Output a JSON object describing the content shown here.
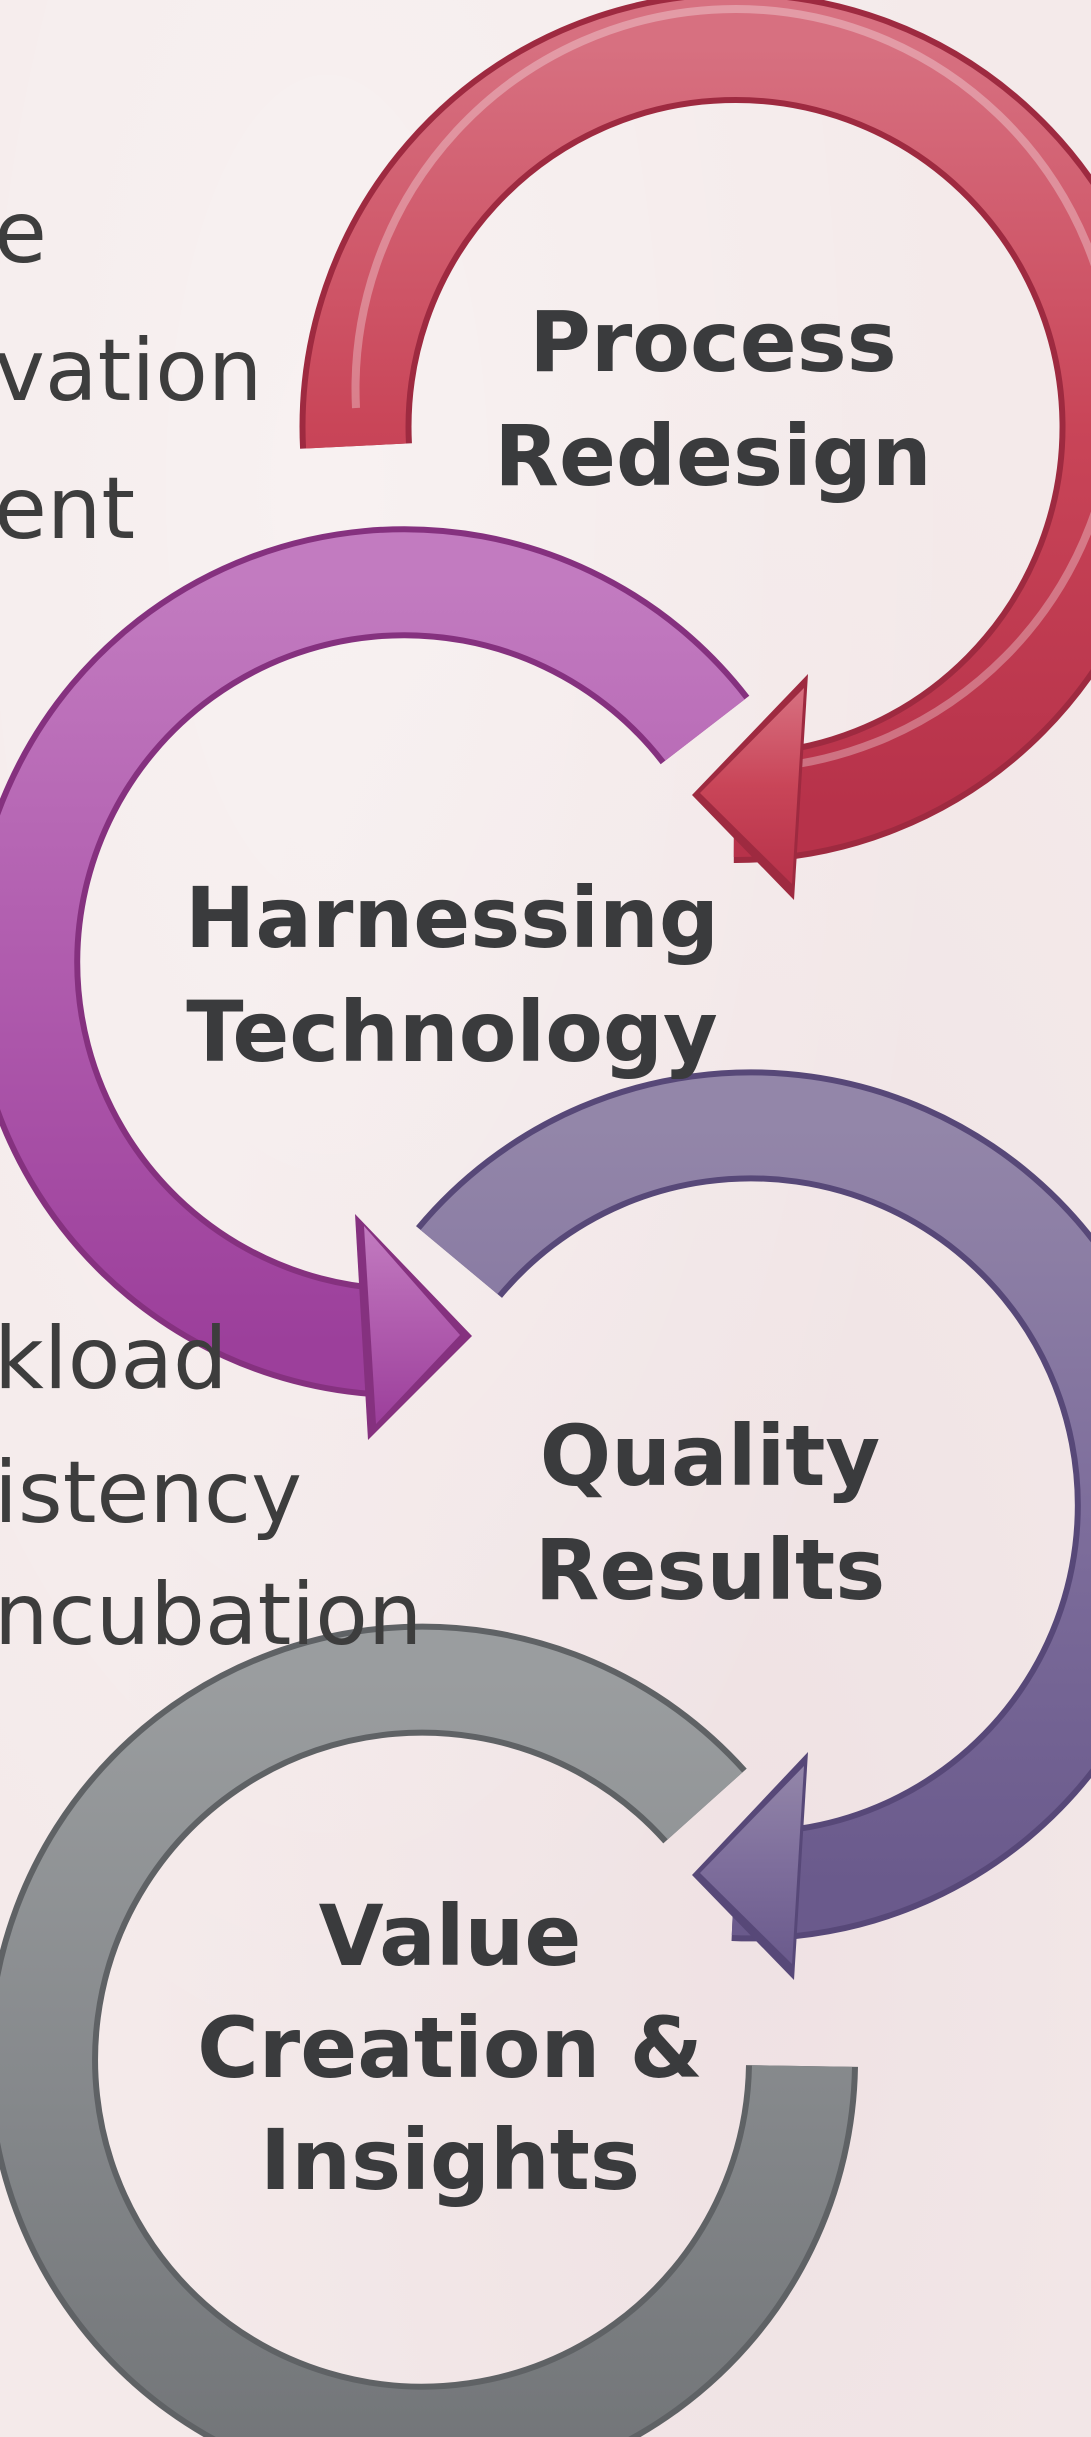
{
  "left_text_top": [
    "e",
    "vation",
    "ent"
  ],
  "left_text_bottom": [
    "kload",
    "istency",
    "ncubation"
  ],
  "stages": [
    {
      "lines": [
        "Process",
        "Redesign"
      ],
      "color": "#c8475a"
    },
    {
      "lines": [
        "Harnessing",
        "Technology"
      ],
      "color": "#b45fb2"
    },
    {
      "lines": [
        "Quality",
        "Results"
      ],
      "color": "#7f6e9d"
    },
    {
      "lines": [
        "Value",
        "Creation &",
        "Insights"
      ],
      "color": "#8a8d90"
    }
  ]
}
